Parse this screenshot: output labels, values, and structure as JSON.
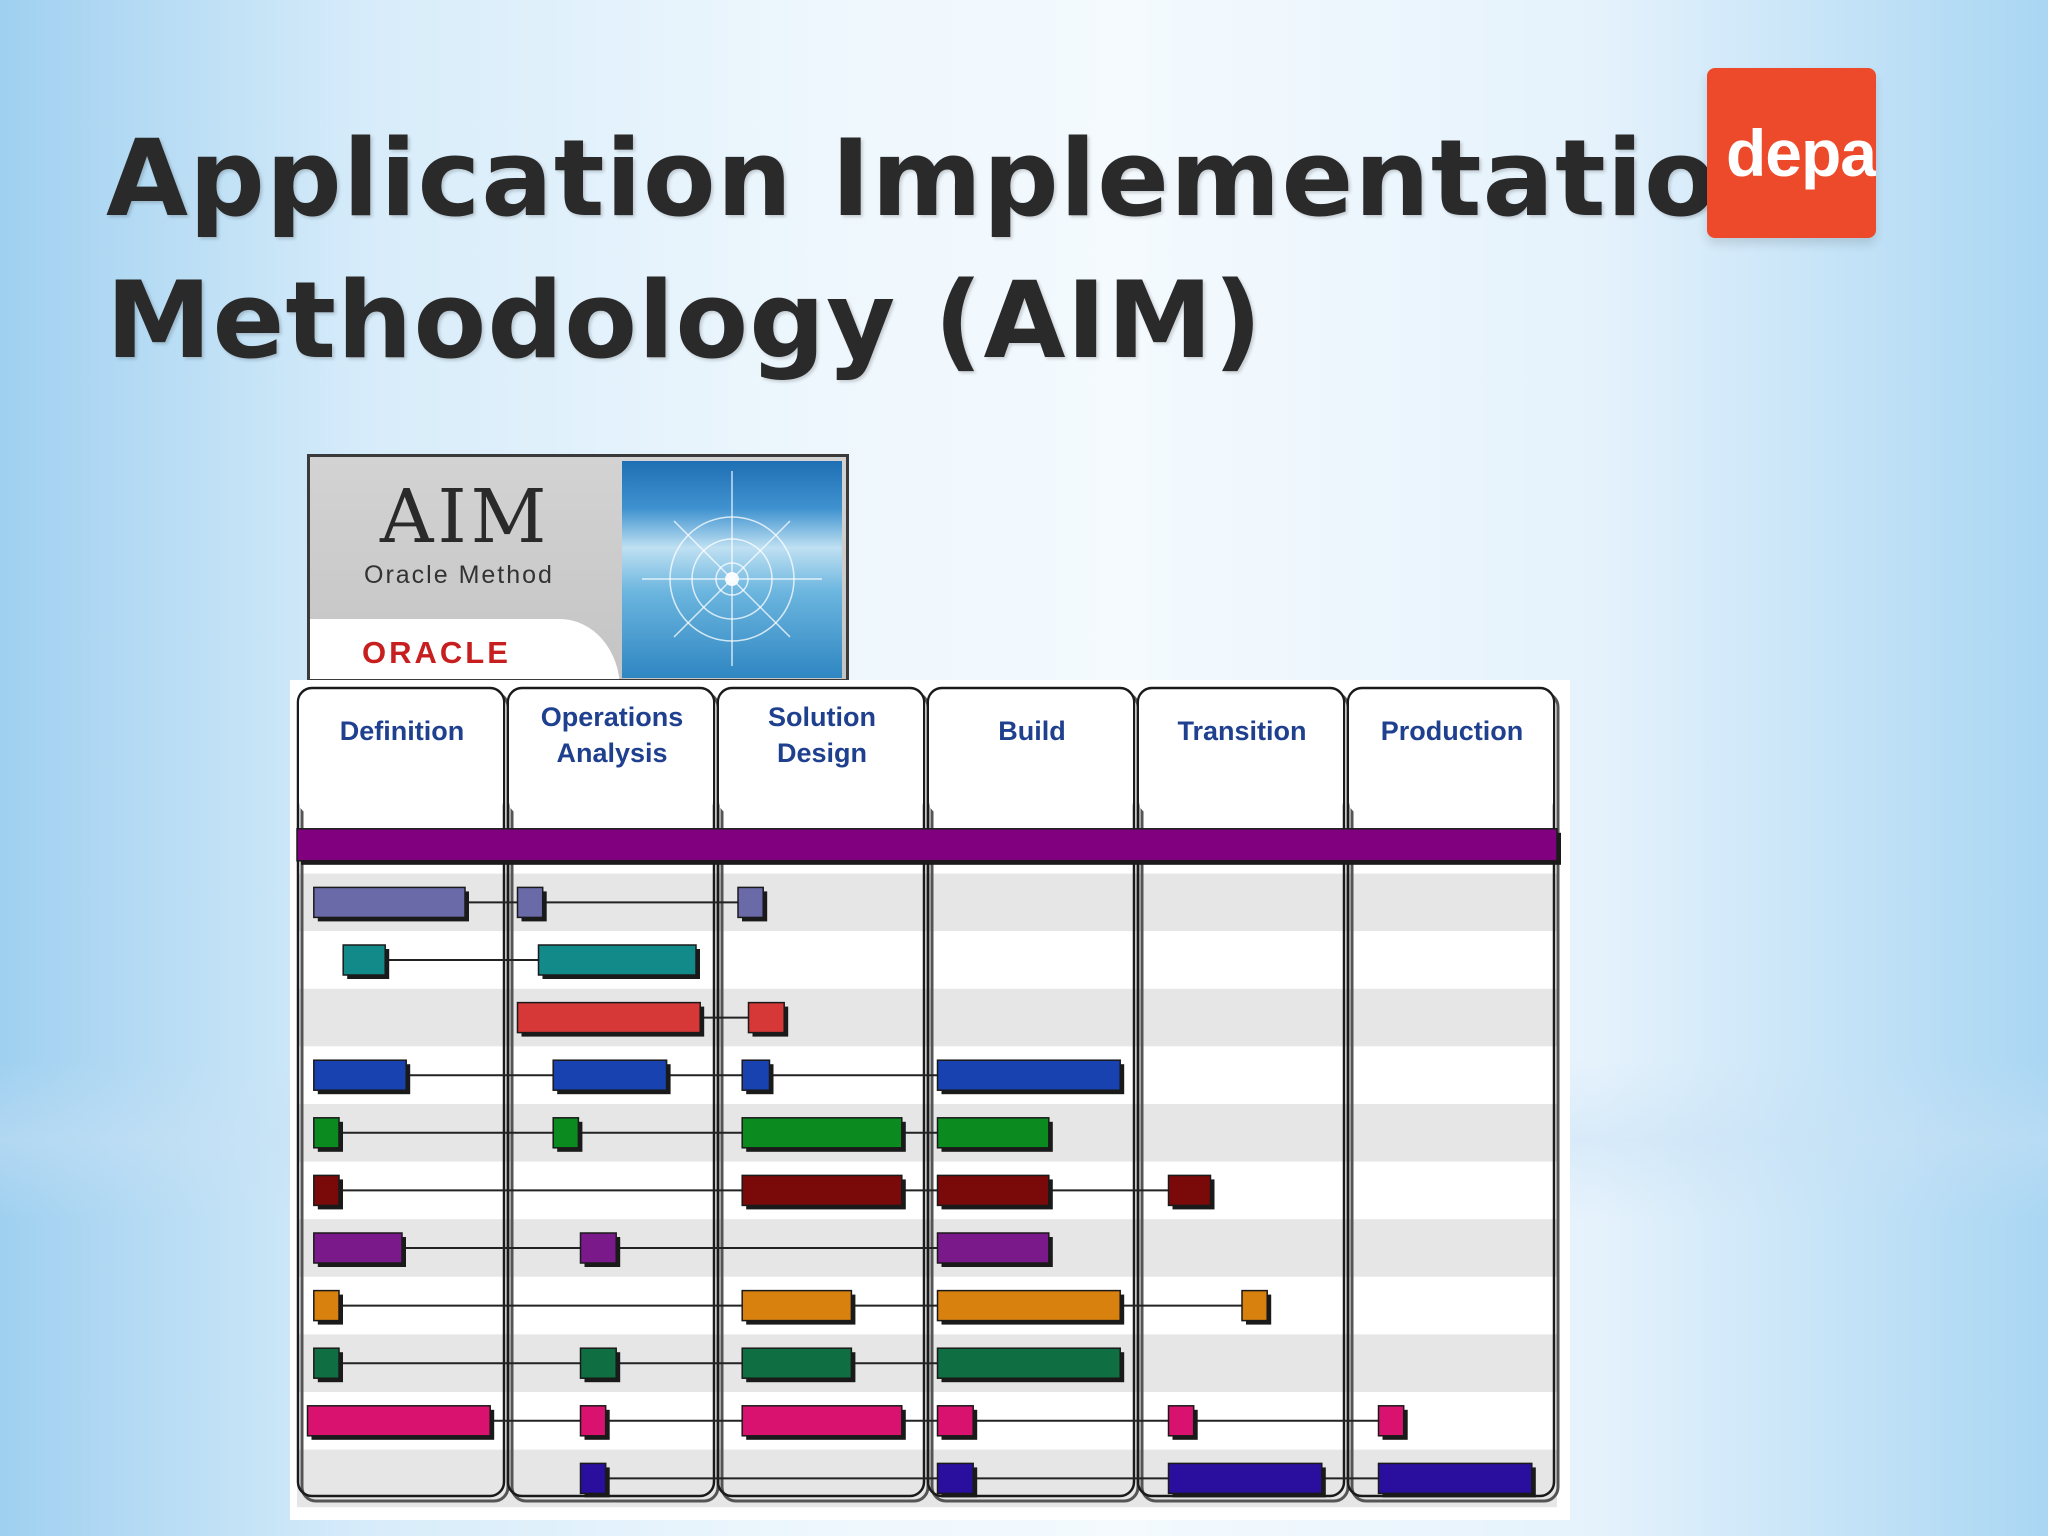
{
  "slide": {
    "title_line1": "Application Implementation",
    "title_line2": "Methodology (AIM)"
  },
  "logo": {
    "text": "depa",
    "color": "#ec4a2a"
  },
  "aim_box": {
    "title": "AIM",
    "subtitle": "Oracle Method",
    "brand": "ORACLE"
  },
  "diagram": {
    "phases": [
      {
        "line1": "Definition",
        "line2": ""
      },
      {
        "line1": "Operations",
        "line2": "Analysis"
      },
      {
        "line1": "Solution",
        "line2": "Design"
      },
      {
        "line1": "Build",
        "line2": ""
      },
      {
        "line1": "Transition",
        "line2": ""
      },
      {
        "line1": "Production",
        "line2": ""
      }
    ],
    "header_color": "#1f3f8f",
    "tasks": [
      {
        "color": "#800080",
        "bars": [
          [
            0,
            6
          ]
        ]
      },
      {
        "color": "#6a6aa8",
        "bars": [
          [
            0.08,
            0.8
          ],
          [
            1.05,
            1.17
          ],
          [
            2.1,
            2.22
          ]
        ]
      },
      {
        "color": "#138a8a",
        "bars": [
          [
            0.22,
            0.42
          ],
          [
            1.15,
            1.9
          ]
        ]
      },
      {
        "color": "#d63838",
        "bars": [
          [
            1.05,
            1.92
          ],
          [
            2.15,
            2.32
          ]
        ]
      },
      {
        "color": "#1742b0",
        "bars": [
          [
            0.08,
            0.52
          ],
          [
            1.22,
            1.76
          ],
          [
            2.12,
            2.25
          ],
          [
            3.05,
            3.92
          ]
        ]
      },
      {
        "color": "#0b8a1f",
        "bars": [
          [
            0.08,
            0.2
          ],
          [
            1.22,
            1.34
          ],
          [
            2.12,
            2.88
          ],
          [
            3.05,
            3.58
          ]
        ]
      },
      {
        "color": "#7a0a0a",
        "bars": [
          [
            0.08,
            0.2
          ],
          [
            2.12,
            2.88
          ],
          [
            3.05,
            3.58
          ],
          [
            4.15,
            4.35
          ]
        ]
      },
      {
        "color": "#7a1a8a",
        "bars": [
          [
            0.08,
            0.5
          ],
          [
            1.35,
            1.52
          ],
          [
            3.05,
            3.58
          ]
        ]
      },
      {
        "color": "#d8810f",
        "bars": [
          [
            0.08,
            0.2
          ],
          [
            2.12,
            2.64
          ],
          [
            3.05,
            3.92
          ],
          [
            4.5,
            4.62
          ]
        ]
      },
      {
        "color": "#0f6e42",
        "bars": [
          [
            0.08,
            0.2
          ],
          [
            1.35,
            1.52
          ],
          [
            2.12,
            2.64
          ],
          [
            3.05,
            3.92
          ]
        ]
      },
      {
        "color": "#d8126e",
        "bars": [
          [
            0.05,
            0.92
          ],
          [
            1.35,
            1.47
          ],
          [
            2.12,
            2.88
          ],
          [
            3.05,
            3.22
          ],
          [
            4.15,
            4.27
          ],
          [
            5.15,
            5.27
          ]
        ]
      },
      {
        "color": "#2a0e9e",
        "bars": [
          [
            1.35,
            1.47
          ],
          [
            3.05,
            3.22
          ],
          [
            4.15,
            4.88
          ],
          [
            5.15,
            5.88
          ]
        ]
      }
    ]
  }
}
